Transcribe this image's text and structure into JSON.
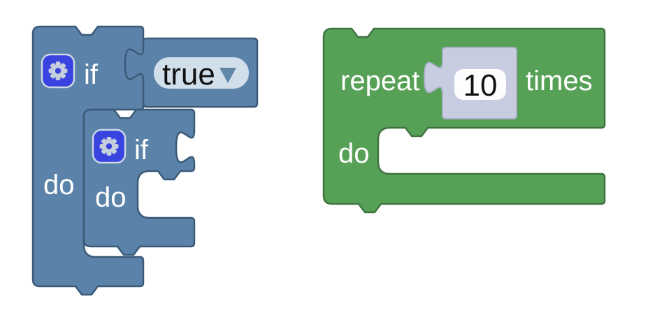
{
  "canvas": {
    "background": "#ffffff"
  },
  "colors": {
    "logic_fill": "#5b83a9",
    "logic_border": "#3a5a78",
    "loop_fill": "#57a157",
    "loop_border": "#3f7441",
    "shadow_fill": "#c8cce1",
    "shadow_border": "#abb0ca",
    "field_bg": "#fdfdff",
    "field_text": "#111111",
    "dropdown_bg": "#d1dfeb",
    "dropdown_arrow": "#5f87a8",
    "gear_button_bg": "#3843e0",
    "gear_button_border": "#ccd7e3",
    "gear_glyph": "#c5cedb",
    "label_text": "#ffffff"
  },
  "left_stack": {
    "outer_if": {
      "keyword": "if",
      "do_label": "do"
    },
    "condition": {
      "dropdown_value": "true"
    },
    "inner_if": {
      "keyword": "if",
      "do_label": "do"
    }
  },
  "right_stack": {
    "repeat": {
      "keyword": "repeat",
      "suffix": "times",
      "do_label": "do"
    },
    "count": {
      "value": "10"
    }
  }
}
